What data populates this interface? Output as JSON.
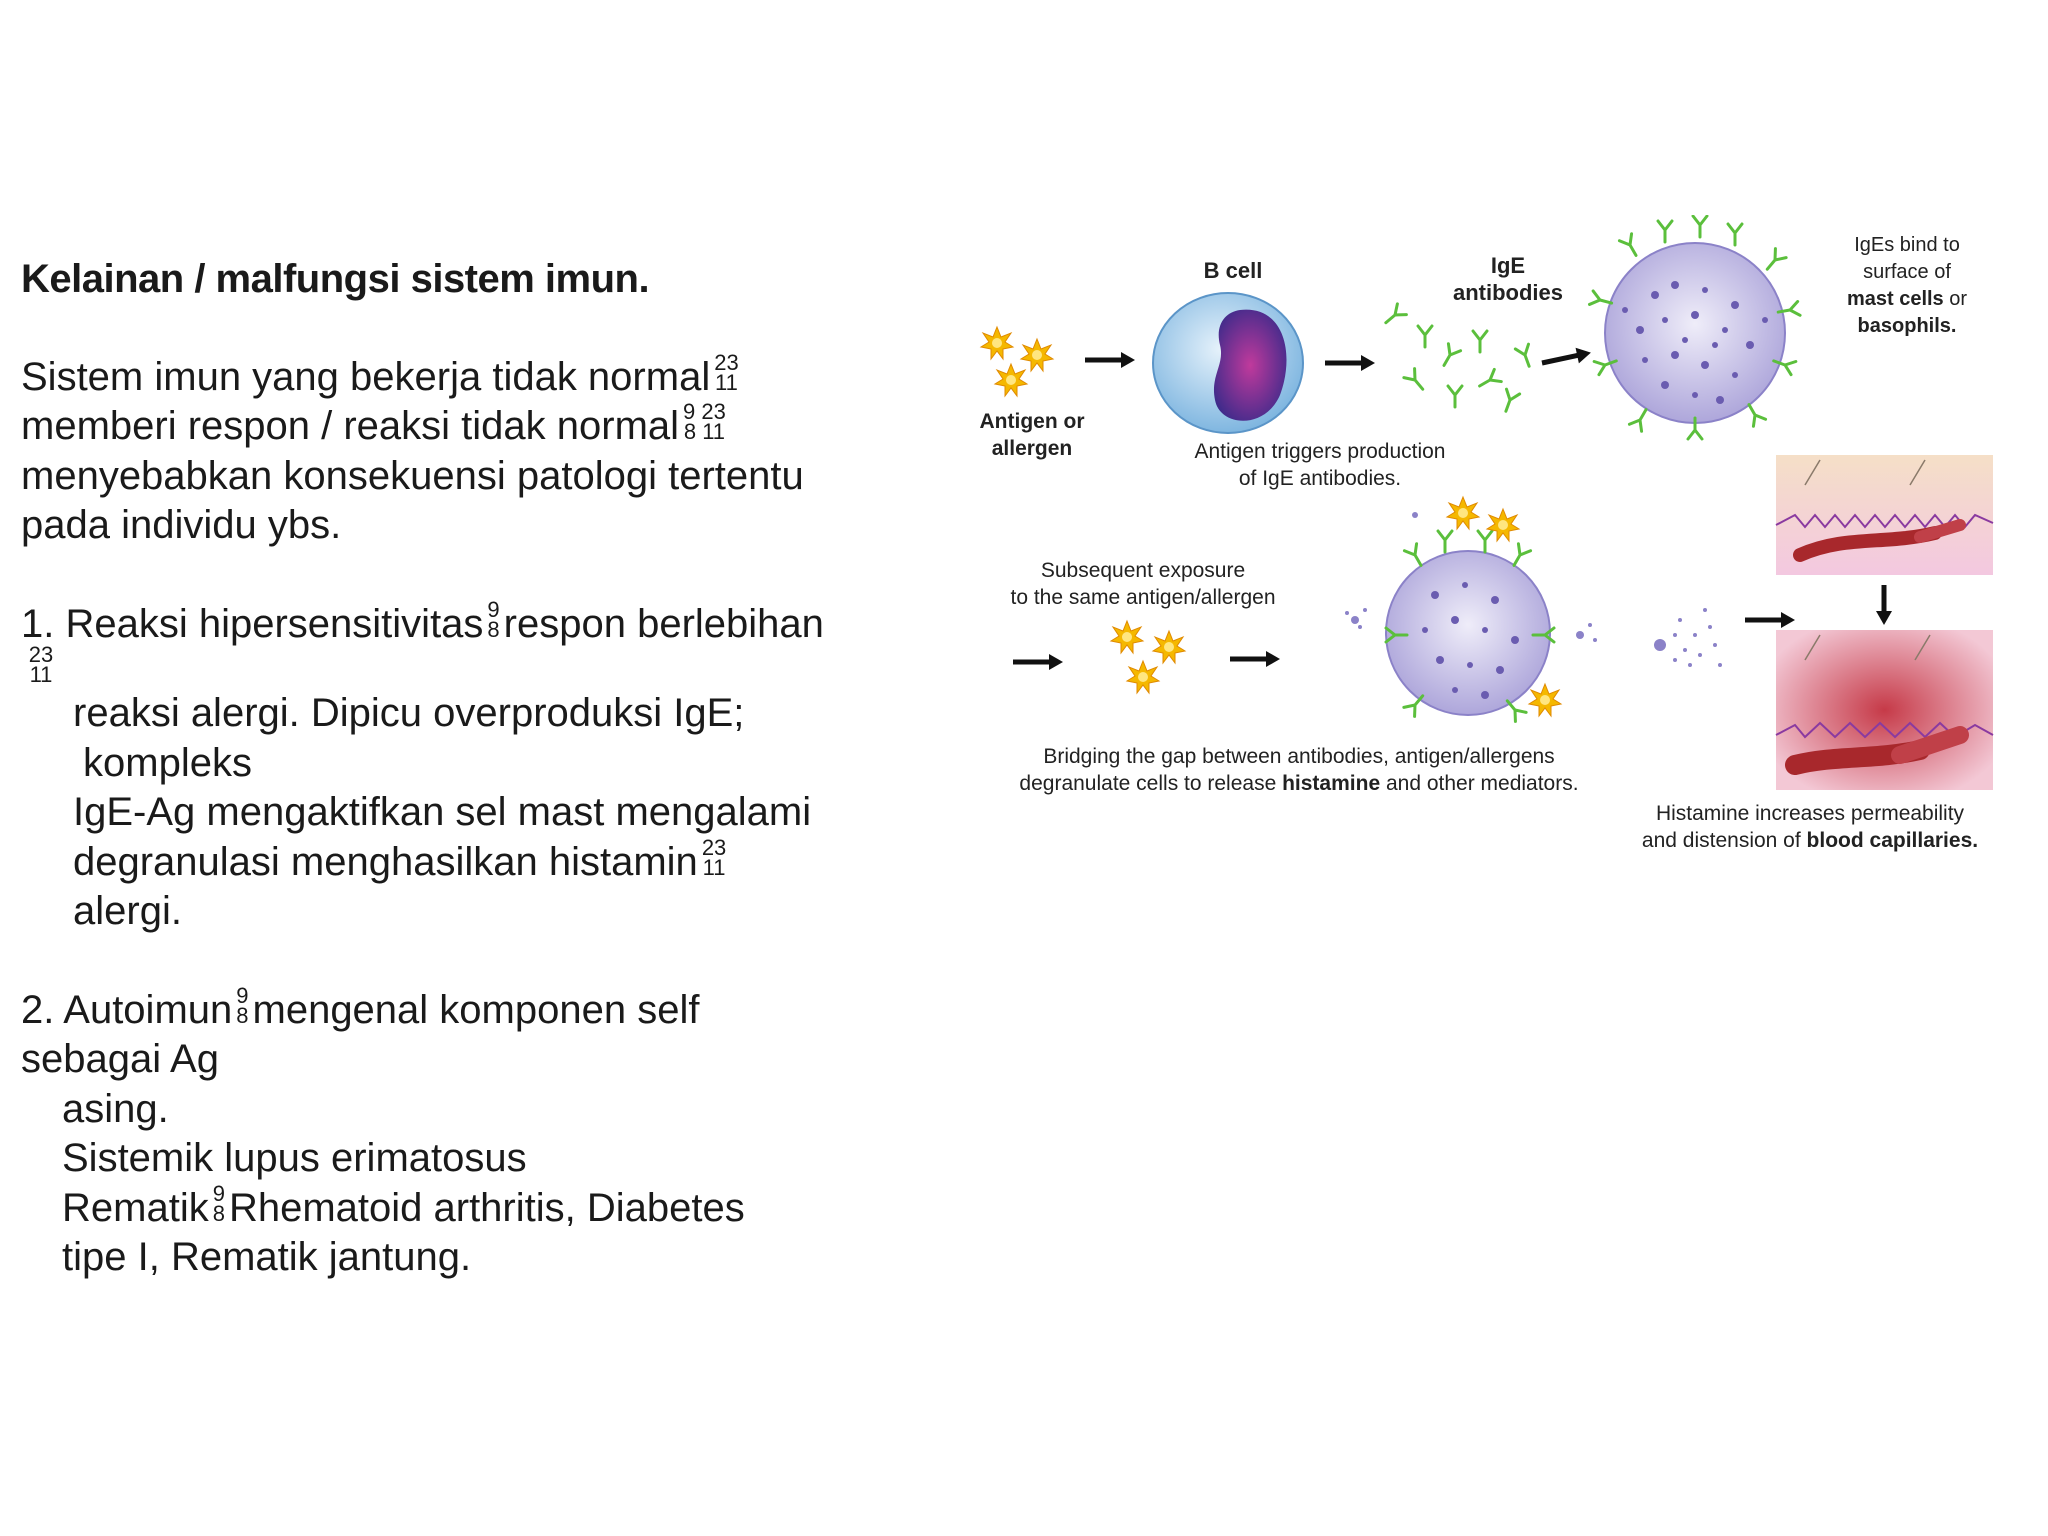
{
  "title": "Kelainan / malfungsi sistem imun.",
  "intro": [
    {
      "text": "Sistem imun yang bekerja tidak normal",
      "mark": [
        "23",
        "11"
      ]
    },
    {
      "text": "memberi respon / reaksi tidak normal",
      "mark": [
        "9 23",
        "8 11"
      ]
    },
    {
      "text": "menyebabkan konsekuensi patologi tertentu"
    },
    {
      "text": "pada individu ybs."
    }
  ],
  "item1": {
    "lead": "1. Reaksi hipersensitivitas",
    "mark1": [
      "9",
      "8"
    ],
    "rest": "respon berlebihan",
    "mark2": [
      "23",
      "11"
    ],
    "lines": [
      "reaksi alergi.  Dipicu overproduksi IgE;",
      "kompleks",
      "IgE-Ag mengaktifkan sel mast mengalami"
    ],
    "line_hist": "degranulasi menghasilkan histamin",
    "mark3": [
      "23",
      "11"
    ],
    "last": "alergi."
  },
  "item2": {
    "lead": "2. Autoimun",
    "mark1": [
      "9",
      "8"
    ],
    "rest": "mengenal komponen self",
    "line2": "sebagai Ag",
    "line3": "asing.",
    "line4": "Sistemik lupus erimatosus",
    "line5a": "Rematik",
    "mark2": [
      "9",
      "8"
    ],
    "line5b": "Rhematoid arthritis,  Diabetes",
    "line6": "tipe I,  Rematik jantung."
  },
  "figure": {
    "b_cell": "B cell",
    "ige_line1": "IgE",
    "ige_line2": "antibodies",
    "antigen_line1": "Antigen or",
    "antigen_line2": "allergen",
    "trigger_line1": "Antigen triggers production",
    "trigger_line2": "of IgE antibodies.",
    "bind_line1": "IgEs bind to",
    "bind_line2": "surface of",
    "bind_line3_bold": "mast cells",
    "bind_line3_rest": " or",
    "bind_line4": "basophils.",
    "subseq_line1": "Subsequent exposure",
    "subseq_line2": "to the same antigen/allergen",
    "bridge_line1": "Bridging the gap between antibodies, antigen/allergens",
    "bridge_line2a": "degranulate cells to release ",
    "bridge_line2b": "histamine",
    "bridge_line2c": " and other mediators.",
    "hist_line1": "Histamine increases permeability",
    "hist_line2a": "and distension of ",
    "hist_line2b": "blood capillaries.",
    "colors": {
      "cell": "#a8a0d8",
      "ige": "#5bbf3c",
      "antigen": "#f5b800",
      "skin": "#f3c8e0",
      "vessel": "#a8282c"
    }
  }
}
